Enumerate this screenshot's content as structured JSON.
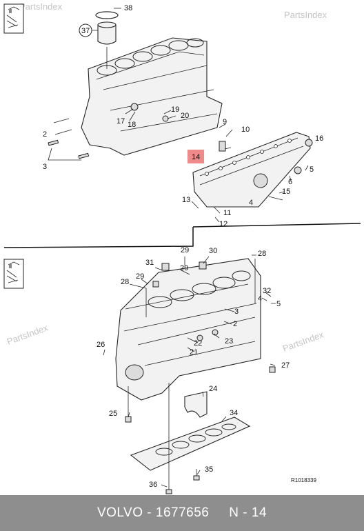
{
  "watermarks": [
    "PartsIndex",
    "PartsIndex",
    "PartsIndex",
    "PartsIndex"
  ],
  "callouts": {
    "c38": "38",
    "c37": "37",
    "c19": "19",
    "c17": "17",
    "c18": "18",
    "c20": "20",
    "c2a": "2",
    "c3a": "3",
    "c9": "9",
    "c10": "10",
    "c16": "16",
    "c14": "14",
    "c5a": "5",
    "c6": "6",
    "c4a": "4",
    "c15": "15",
    "c13": "13",
    "c11": "11",
    "c12": "12",
    "c29a": "29",
    "c30": "30",
    "c31": "31",
    "c29b": "29",
    "c28a": "28",
    "c28b": "28",
    "c29c": "29",
    "c32": "32",
    "c4b": "4",
    "c5b": "5",
    "c3b": "3",
    "c2b": "2",
    "c26": "26",
    "c22": "22",
    "c23": "23",
    "c21": "21",
    "c27": "27",
    "c24": "24",
    "c25": "25",
    "c34": "34",
    "c35": "35",
    "c36": "36"
  },
  "highlight_color": "#f08a8a",
  "reference_code": "R1018339",
  "footer": {
    "brand": "VOLVO",
    "separator": " - ",
    "part_number": "1677656",
    "position": "N - 14"
  },
  "icons": [
    "fastener-kit-icon",
    "fastener-kit-icon"
  ]
}
